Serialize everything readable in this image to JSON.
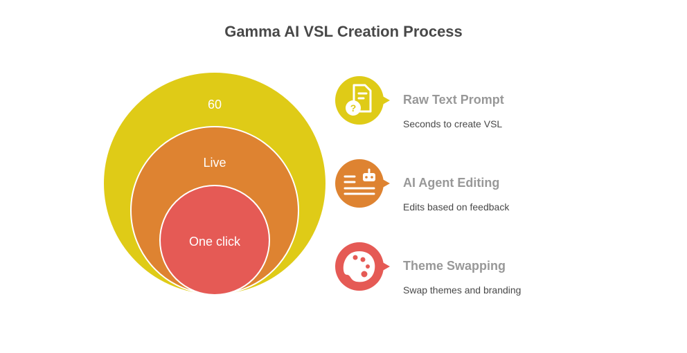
{
  "title": "Gamma AI VSL Creation Process",
  "circles": [
    {
      "label": "60",
      "color": "#DFCB17"
    },
    {
      "label": "Live",
      "color": "#DE8331"
    },
    {
      "label": "One click",
      "color": "#E55A55"
    }
  ],
  "items": [
    {
      "heading": "Raw Text Prompt",
      "description": "Seconds to create VSL",
      "icon": "document-question-icon",
      "color": "#DFCB17"
    },
    {
      "heading": "AI Agent Editing",
      "description": "Edits based on feedback",
      "icon": "robot-text-icon",
      "color": "#DE8331"
    },
    {
      "heading": "Theme Swapping",
      "description": "Swap themes and branding",
      "icon": "palette-icon",
      "color": "#E55A55"
    }
  ]
}
